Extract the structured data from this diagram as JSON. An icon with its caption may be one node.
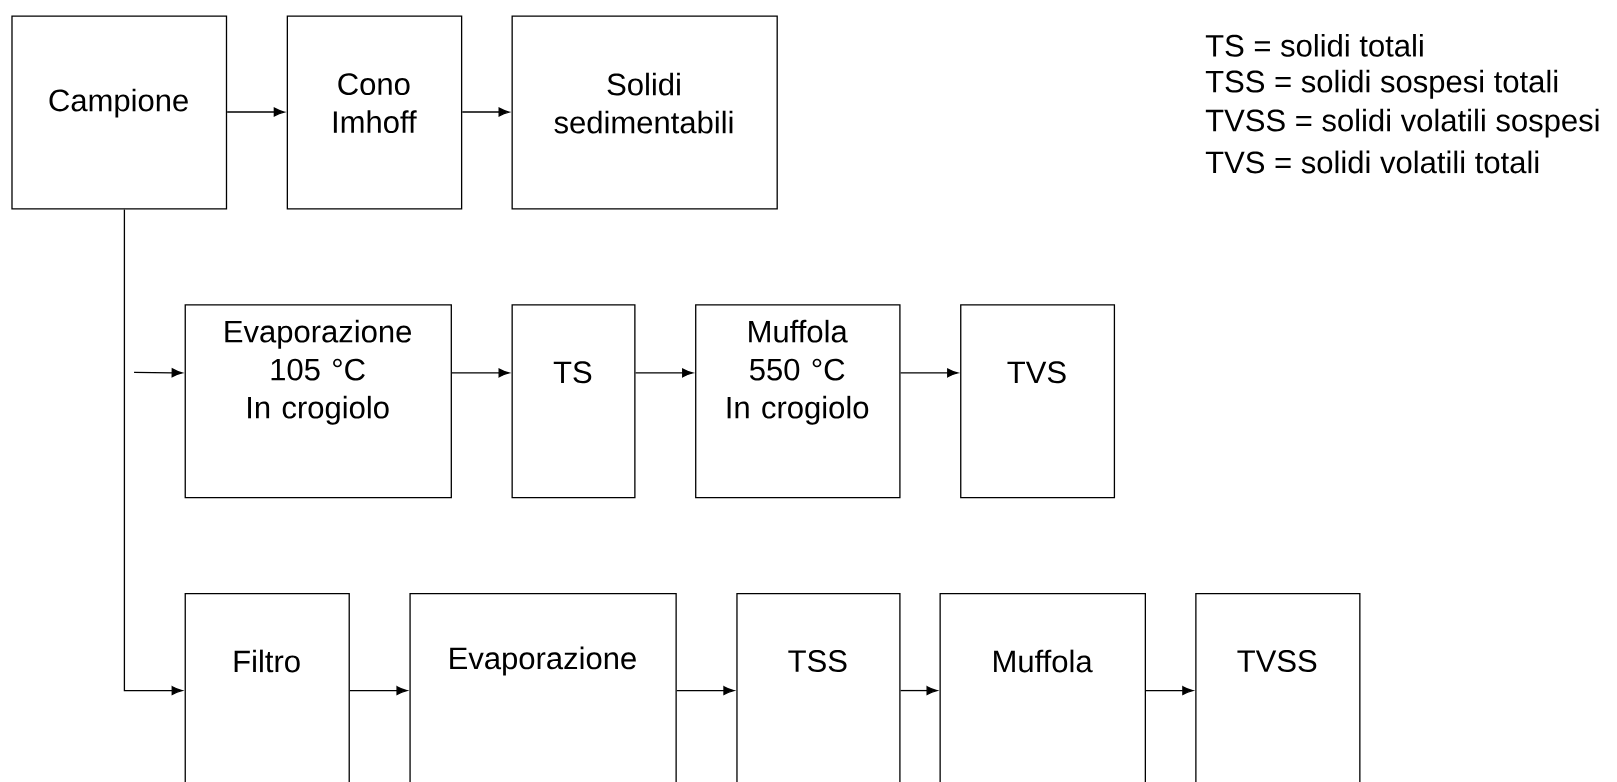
{
  "diagram": {
    "nodes": [
      {
        "text": [
          "Campione"
        ]
      },
      {
        "text": [
          "Cono Imhoff"
        ]
      },
      {
        "text": [
          "Solidi sedimentabili"
        ]
      },
      {
        "text": [
          "Evaporazione",
          "105 °C",
          "In crogiolo"
        ]
      },
      {
        "text": [
          "TS"
        ]
      },
      {
        "text": [
          "Muffola",
          "550 °C",
          "In crogiolo"
        ]
      },
      {
        "text": [
          "TVS"
        ]
      },
      {
        "text": [
          "Filtro"
        ]
      },
      {
        "text": [
          "Evaporazione"
        ]
      },
      {
        "text": [
          "TSS"
        ]
      },
      {
        "text": [
          "Muffola"
        ]
      },
      {
        "text": [
          "TVSS"
        ]
      }
    ],
    "edges": [
      {
        "from": 0,
        "to": 1,
        "arrow": "to"
      },
      {
        "from": 1,
        "to": 2,
        "arrow": "to"
      },
      {
        "from": null,
        "to": 3,
        "arrow": "to"
      },
      {
        "from": 3,
        "to": 4,
        "arrow": "to"
      },
      {
        "from": 4,
        "to": 5,
        "arrow": "to"
      },
      {
        "from": 5,
        "to": 6,
        "arrow": "to"
      },
      {
        "from": 0,
        "to": 7,
        "arrow": "to"
      },
      {
        "from": 7,
        "to": 8,
        "arrow": "to"
      },
      {
        "from": 8,
        "to": 9,
        "arrow": "to"
      },
      {
        "from": 9,
        "to": 10,
        "arrow": "to"
      },
      {
        "from": 10,
        "to": 11,
        "arrow": "to"
      }
    ],
    "labels": [
      "TS = solidi totali",
      "TSS = solidi sospesi totali",
      "TVSS = solidi volatili sospesi",
      "TVS = solidi volatili totali"
    ]
  }
}
